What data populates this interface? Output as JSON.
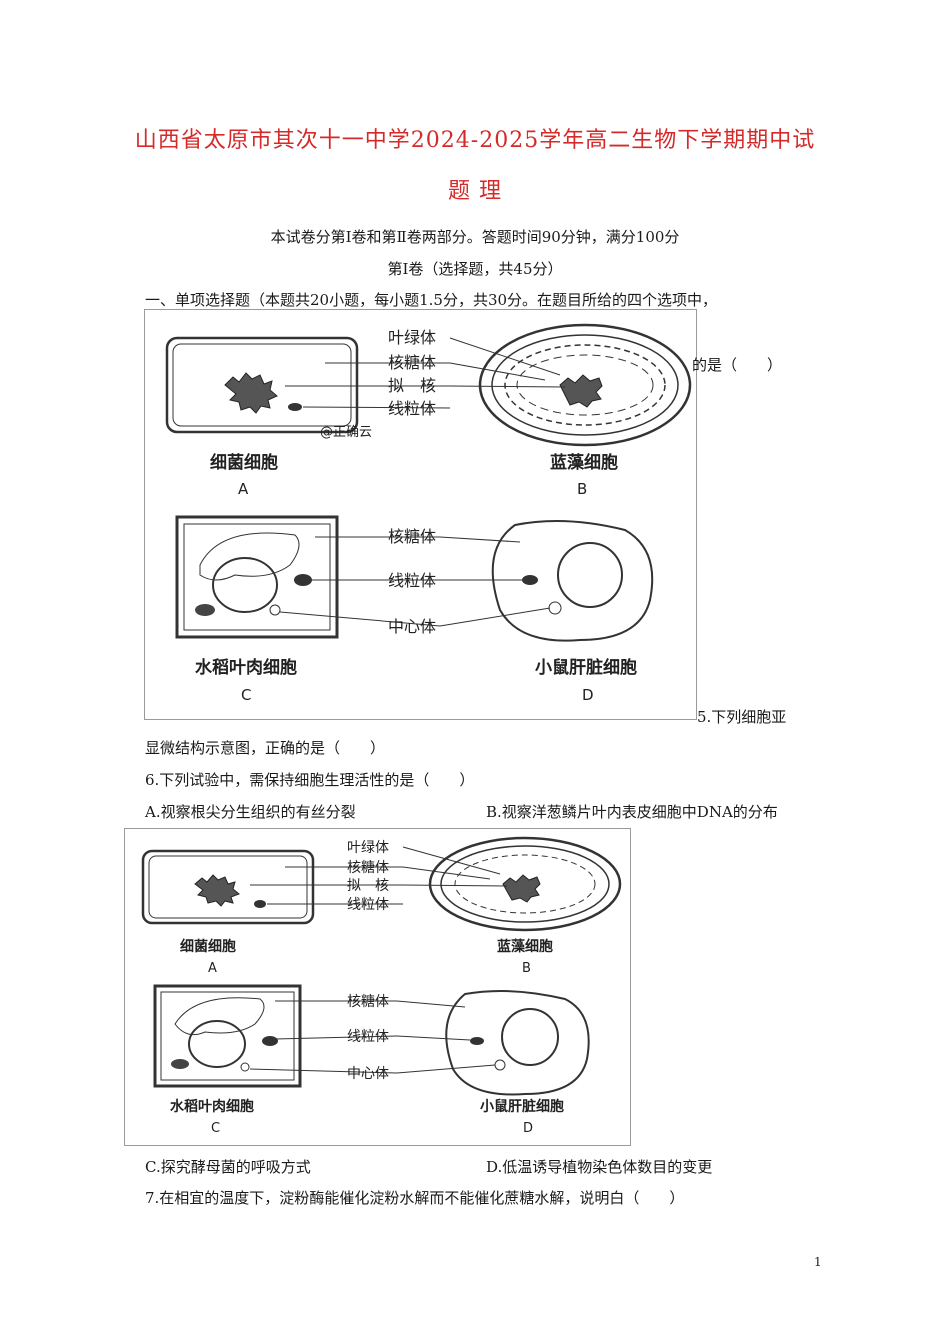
{
  "doc": {
    "title_line1": "山西省太原市其次十一中学2024-2025学年高二生物下学期期中试",
    "title_line2": "题 理",
    "intro": "本试卷分第Ⅰ卷和第Ⅱ卷两部分。答题时间90分钟，满分100分",
    "section1": "第Ⅰ卷（选择题，共45分）",
    "part1_prefix": "一、单项选择题（本题共20小题，每小题1.5分，共30分。在题目所给的四个选项中，",
    "partial_right": "的是（　　）",
    "q5_head": "5.下列细胞亚",
    "q5_tail": "显微结构示意图，正确的是（　　）",
    "q6": "6.下列试验中，需保持细胞生理活性的是（　　）",
    "q6_a": "A.视察根尖分生组织的有丝分裂",
    "q6_b": "B.视察洋葱鳞片叶内表皮细胞中DNA的分布",
    "q6_c": "C.探究酵母菌的呼吸方式",
    "q6_d": "D.低温诱导植物染色体数目的变更",
    "q7": "7.在相宜的温度下，淀粉酶能催化淀粉水解而不能催化蔗糖水解，说明白（　　）",
    "page_num": "1"
  },
  "figure": {
    "labels_top": [
      "叶绿体",
      "核糖体",
      "拟　核",
      "线粒体"
    ],
    "labels_bottom": [
      "核糖体",
      "线粒体",
      "中心体"
    ],
    "watermark": "@正确云",
    "cells": [
      {
        "name": "细菌细胞",
        "letter": "A"
      },
      {
        "name": "蓝藻细胞",
        "letter": "B"
      },
      {
        "name": "水稻叶肉细胞",
        "letter": "C"
      },
      {
        "name": "小鼠肝脏细胞",
        "letter": "D"
      }
    ]
  }
}
